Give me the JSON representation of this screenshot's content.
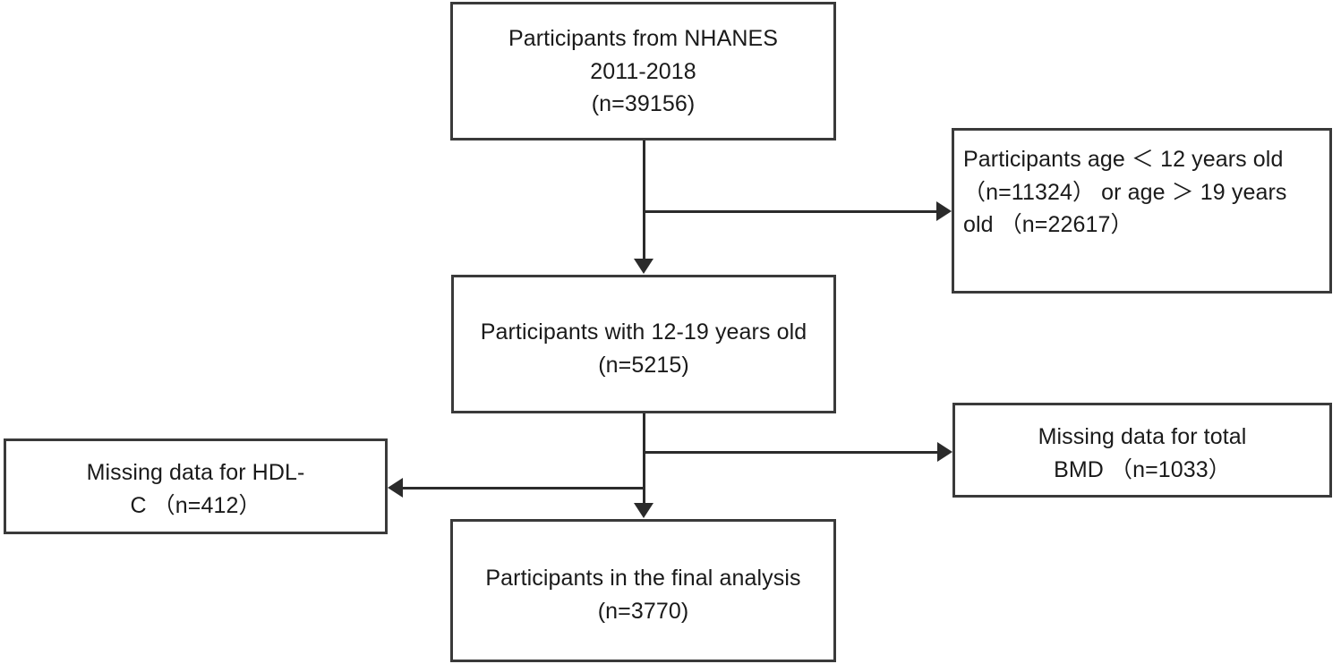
{
  "diagram": {
    "type": "flowchart",
    "title": "Participant selection flowchart",
    "orientation": "top-to-bottom",
    "line_color": "#2b2b2b",
    "box_border_color": "#3a3a3a",
    "background_color": "#ffffff",
    "text_color": "#1a1a1a"
  },
  "nodes": {
    "source_cohort": {
      "text": "Participants from NHANES\n2011-2018\n(n=39156)",
      "n": 39156,
      "align": "center"
    },
    "exclusion_age": {
      "text": "Participants age ＜ 12 years old （n=11324） or age ＞ 19 years old （n=22617）",
      "n_under_12": 11324,
      "n_over_19": 22617,
      "align": "left"
    },
    "age_eligible": {
      "text": "Participants with 12-19 years old\n(n=5215)",
      "n": 5215,
      "align": "center"
    },
    "exclusion_bmd": {
      "text": "Missing data for total\nBMD （n=1033）",
      "n": 1033,
      "align": "center"
    },
    "exclusion_hdl": {
      "text": "Missing data for HDL-\nC （n=412）",
      "n": 412,
      "align": "center"
    },
    "final_analysis": {
      "text": "Participants in the final analysis\n(n=3770)",
      "n": 3770,
      "align": "center"
    }
  },
  "edges": [
    {
      "from": "source_cohort",
      "to": "age_eligible",
      "direction": "down",
      "arrow": "arrow-down-icon"
    },
    {
      "from": "source_cohort",
      "to": "exclusion_age",
      "direction": "right",
      "arrow": "arrow-right-icon"
    },
    {
      "from": "age_eligible",
      "to": "final_analysis",
      "direction": "down",
      "arrow": "arrow-down-icon"
    },
    {
      "from": "age_eligible",
      "to": "exclusion_bmd",
      "direction": "right",
      "arrow": "arrow-right-icon"
    },
    {
      "from": "age_eligible",
      "to": "exclusion_hdl",
      "direction": "left",
      "arrow": "arrow-left-icon"
    }
  ]
}
